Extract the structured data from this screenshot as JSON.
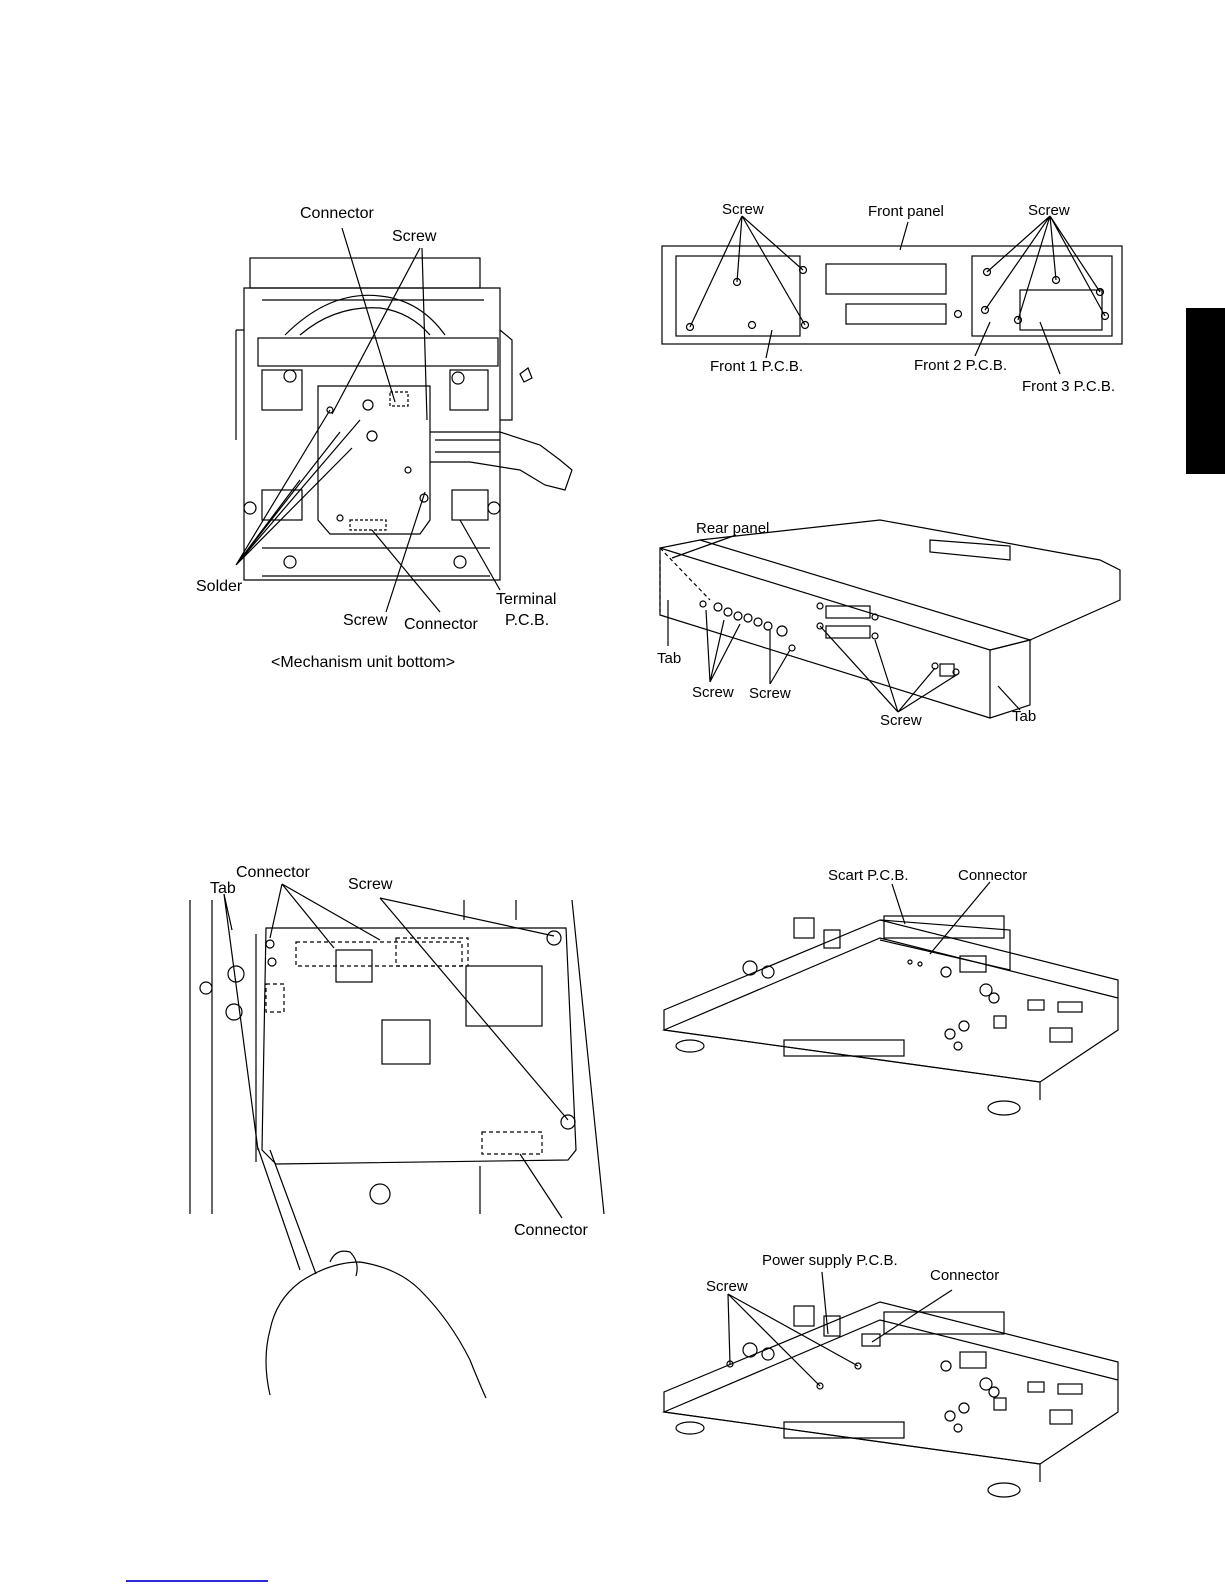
{
  "fig1": {
    "connector_top": "Connector",
    "screw_top": "Screw",
    "solder": "Solder",
    "screw_bottom": "Screw",
    "connector_bottom": "Connector",
    "terminal": "Terminal",
    "pcb": "P.C.B.",
    "caption": "<Mechanism unit bottom>"
  },
  "fig2": {
    "screw_left": "Screw",
    "front_panel": "Front panel",
    "screw_right": "Screw",
    "front1": "Front 1 P.C.B.",
    "front2": "Front 2 P.C.B.",
    "front3": "Front 3 P.C.B."
  },
  "fig3": {
    "rear_panel": "Rear panel",
    "tab_left": "Tab",
    "screw_a": "Screw",
    "screw_b": "Screw",
    "screw_c": "Screw",
    "tab_right": "Tab"
  },
  "fig4": {
    "connector_top": "Connector",
    "tab": "Tab",
    "screw": "Screw",
    "connector_bottom": "Connector"
  },
  "fig5": {
    "scart": "Scart P.C.B.",
    "connector": "Connector"
  },
  "fig6": {
    "power": "Power supply P.C.B.",
    "connector": "Connector",
    "screw": "Screw"
  }
}
